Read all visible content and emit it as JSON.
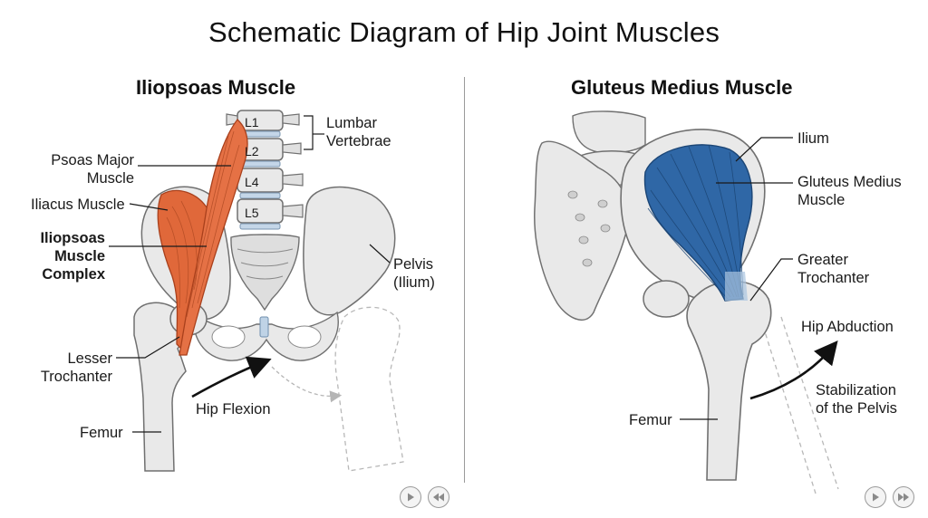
{
  "title": "Schematic Diagram of Hip Joint Muscles",
  "left_panel": {
    "title": "Iliopsoas Muscle",
    "vertebrae": [
      "L1",
      "L2",
      "L4",
      "L5"
    ],
    "labels": {
      "lumbar": [
        "Lumbar",
        "Vertebrae"
      ],
      "psoas": [
        "Psoas Major",
        "Muscle"
      ],
      "iliacus": "Iliacus Muscle",
      "complex": [
        "Iliopsoas",
        "Muscle",
        "Complex"
      ],
      "pelvis": [
        "Pelvis",
        "(Ilium)"
      ],
      "lesser": [
        "Lesser",
        "Trochanter"
      ],
      "flexion": "Hip Flexion",
      "femur": "Femur"
    }
  },
  "right_panel": {
    "title": "Gluteus Medius Muscle",
    "labels": {
      "ilium": "Ilium",
      "gluteus": [
        "Gluteus Medius",
        "Muscle"
      ],
      "greater": [
        "Greater",
        "Trochanter"
      ],
      "abduction": "Hip Abduction",
      "stabilization": [
        "Stabilization",
        "of the Pelvis"
      ],
      "femur": "Femur"
    }
  },
  "colors": {
    "muscle_orange": "#e0683a",
    "muscle_blue": "#2f67a6",
    "bone": "#e9e9e9",
    "outline": "#6f6f6f"
  },
  "nav": {
    "left_buttons": [
      "play-icon",
      "rewind-icon"
    ],
    "right_buttons": [
      "play-icon",
      "fast-forward-icon"
    ]
  }
}
